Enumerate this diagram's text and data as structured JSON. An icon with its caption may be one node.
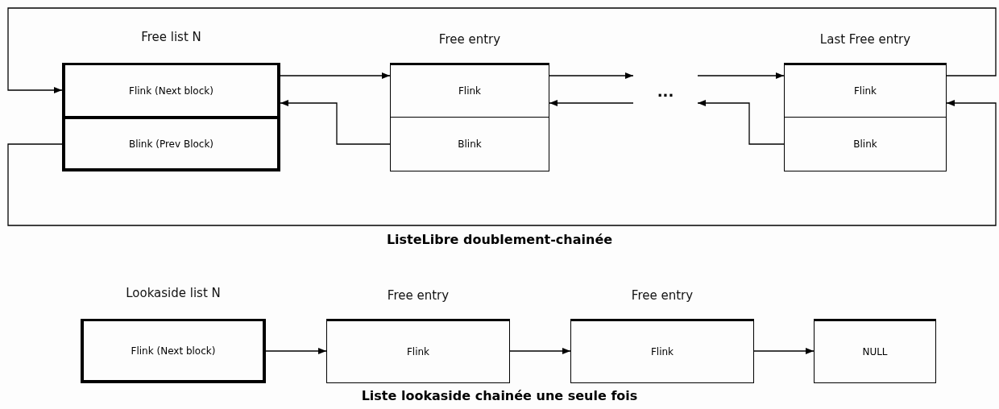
{
  "diagram": {
    "nodes": [
      {
        "text": [
          "Free list N",
          "Flink (Next block)"
        ]
      },
      {
        "text": [
          "Blink (Prev Block)"
        ]
      },
      {
        "text": [
          "Free entry",
          "Flink"
        ]
      },
      {
        "text": [
          "Blink"
        ]
      },
      {
        "text": [
          "..."
        ]
      },
      {
        "text": [
          "Last Free entry",
          "Flink"
        ]
      },
      {
        "text": [
          "Blink"
        ]
      },
      {
        "text": [
          "Lookaside list N",
          "Flink (Next block)"
        ]
      },
      {
        "text": [
          "Free entry",
          "Flink"
        ]
      },
      {
        "text": [
          "Free entry",
          "Flink"
        ]
      },
      {
        "text": [
          "NULL"
        ]
      }
    ],
    "edges": [
      {
        "from": 0,
        "to": 2,
        "arrow": "to"
      },
      {
        "from": 3,
        "to": 0,
        "arrow": "to"
      },
      {
        "from": 2,
        "to": 4,
        "arrow": "to"
      },
      {
        "from": 4,
        "to": 2,
        "arrow": "to"
      },
      {
        "from": 4,
        "to": 5,
        "arrow": "to"
      },
      {
        "from": 6,
        "to": 4,
        "arrow": "to"
      },
      {
        "from": 5,
        "to": 0,
        "arrow": "to"
      },
      {
        "from": 1,
        "to": 5,
        "arrow": "to"
      },
      {
        "from": 7,
        "to": 8,
        "arrow": "to"
      },
      {
        "from": 8,
        "to": 9,
        "arrow": "to"
      },
      {
        "from": 9,
        "to": 10,
        "arrow": "to"
      }
    ],
    "labels": [
      "ListeLibre doublement-chainée",
      "Liste lookaside chainée une seule fois"
    ]
  }
}
